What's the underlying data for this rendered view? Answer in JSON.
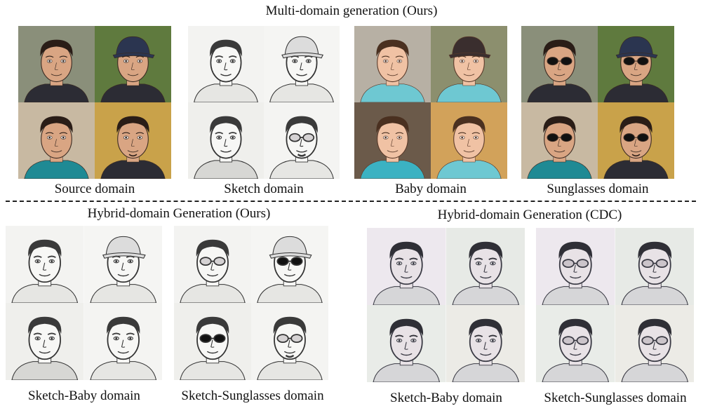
{
  "top_title": "Multi-domain generation (Ours)",
  "top_groups": [
    {
      "caption": "Source domain",
      "style": "photo",
      "cells": [
        {
          "hat": false,
          "glasses": false,
          "scarf": false
        },
        {
          "hat": true,
          "glasses": false,
          "scarf": false
        },
        {
          "hat": false,
          "glasses": false,
          "scarf": true
        },
        {
          "hat": false,
          "glasses": false,
          "scarf": false,
          "beard": true
        }
      ]
    },
    {
      "caption": "Sketch domain",
      "style": "sketch",
      "cells": [
        {
          "hat": false,
          "glasses": false
        },
        {
          "hat": true,
          "glasses": false
        },
        {
          "hat": false,
          "glasses": false,
          "scarf": true
        },
        {
          "hat": false,
          "glasses": true,
          "beard": true
        }
      ]
    },
    {
      "caption": "Baby domain",
      "style": "baby",
      "cells": [
        {
          "hat": false,
          "glasses": false
        },
        {
          "hat": true,
          "glasses": false
        },
        {
          "hat": false,
          "glasses": false,
          "scarf": true
        },
        {
          "hat": false,
          "glasses": false
        }
      ]
    },
    {
      "caption": "Sunglasses domain",
      "style": "photo",
      "cells": [
        {
          "hat": false,
          "glasses": true,
          "dark": true
        },
        {
          "hat": true,
          "glasses": true,
          "dark": true
        },
        {
          "hat": false,
          "glasses": true,
          "dark": true,
          "scarf": true
        },
        {
          "hat": false,
          "glasses": true,
          "dark": true,
          "beard": true
        }
      ]
    }
  ],
  "bottom_left_title": "Hybrid-domain Generation (Ours)",
  "bottom_right_title": "Hybrid-domain Generation (CDC)",
  "bottom_groups": [
    {
      "caption": "Sketch-Baby domain",
      "style": "sketch",
      "cells": [
        {
          "hat": false
        },
        {
          "hat": true
        },
        {
          "hat": false,
          "scarf": true
        },
        {
          "hat": false
        }
      ]
    },
    {
      "caption": "Sketch-Sunglasses domain",
      "style": "sketch",
      "cells": [
        {
          "hat": false,
          "glasses": true
        },
        {
          "hat": true,
          "glasses": true,
          "dark": true
        },
        {
          "hat": false,
          "glasses": true,
          "dark": true
        },
        {
          "hat": false,
          "glasses": true,
          "beard": true
        }
      ]
    },
    {
      "caption": "Sketch-Baby domain",
      "style": "cdc",
      "cells": [
        {
          "hat": false
        },
        {
          "hat": false
        },
        {
          "hat": false
        },
        {
          "hat": false
        }
      ]
    },
    {
      "caption": "Sketch-Sunglasses domain",
      "style": "cdc",
      "cells": [
        {
          "hat": false,
          "glasses": true
        },
        {
          "hat": false,
          "glasses": true
        },
        {
          "hat": false,
          "glasses": true
        },
        {
          "hat": false,
          "glasses": true
        }
      ]
    }
  ]
}
